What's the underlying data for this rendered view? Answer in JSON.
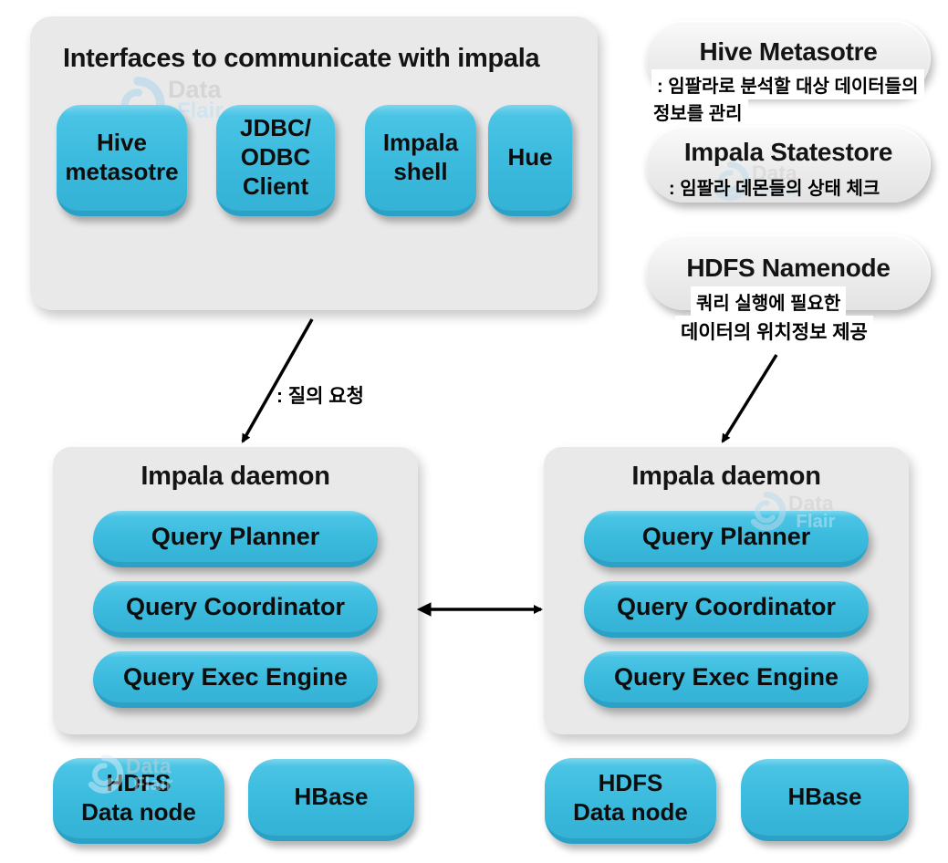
{
  "colors": {
    "accent_blue": "#3abadd",
    "accent_blue_dark": "#2aa1c5",
    "panel_gray": "#e9e9e9",
    "arrow_black": "#000000",
    "watermark_blue": "#bcdbeb"
  },
  "watermark": {
    "line1": "Data",
    "line2": "Flair"
  },
  "interfaces": {
    "title": "Interfaces to communicate with impala",
    "clients": [
      {
        "lines": [
          "Hive",
          "metasotre"
        ]
      },
      {
        "lines": [
          "JDBC/",
          "ODBC",
          "Client"
        ]
      },
      {
        "lines": [
          "Impala",
          "shell"
        ]
      },
      {
        "lines": [
          "Hue"
        ]
      }
    ]
  },
  "services": {
    "hive_metastore": "Hive Metasotre",
    "impala_statestore": "Impala Statestore",
    "hdfs_namenode": "HDFS Namenode"
  },
  "annotations": {
    "query_request": ": 질의 요청",
    "hive_metastore_line1": ": 임팔라로 분석할 대상 데이터들의",
    "hive_metastore_line2": "정보를 관리",
    "statestore_line": ": 임팔라 데몬들의 상태 체크",
    "namenode_line1": "쿼리 실행에 필요한",
    "namenode_line2": "데이터의 위치정보 제공"
  },
  "daemons": [
    {
      "title": "Impala daemon",
      "components": [
        "Query Planner",
        "Query Coordinator",
        "Query Exec Engine"
      ],
      "storage": [
        {
          "lines": [
            "HDFS",
            "Data node"
          ]
        },
        {
          "lines": [
            "HBase"
          ]
        }
      ]
    },
    {
      "title": "Impala daemon",
      "components": [
        "Query Planner",
        "Query Coordinator",
        "Query Exec Engine"
      ],
      "storage": [
        {
          "lines": [
            "HDFS",
            "Data node"
          ]
        },
        {
          "lines": [
            "HBase"
          ]
        }
      ]
    }
  ]
}
